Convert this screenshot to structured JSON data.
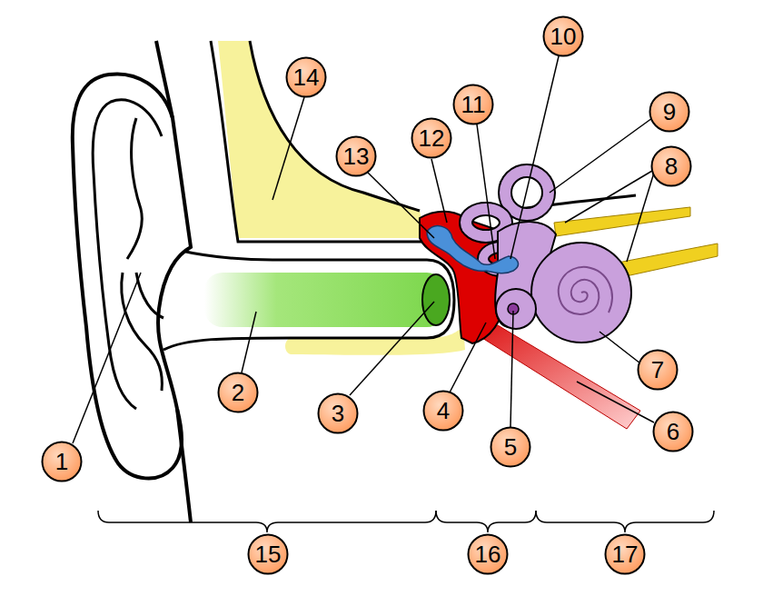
{
  "diagram": {
    "nodes": [
      {
        "text": [
          "1"
        ]
      },
      {
        "text": [
          "2"
        ]
      },
      {
        "text": [
          "3"
        ]
      },
      {
        "text": [
          "4"
        ]
      },
      {
        "text": [
          "5"
        ]
      },
      {
        "text": [
          "6"
        ]
      },
      {
        "text": [
          "7"
        ]
      },
      {
        "text": [
          "8"
        ]
      },
      {
        "text": [
          "9"
        ]
      },
      {
        "text": [
          "10"
        ]
      },
      {
        "text": [
          "11"
        ]
      },
      {
        "text": [
          "12"
        ]
      },
      {
        "text": [
          "13"
        ]
      },
      {
        "text": [
          "14"
        ]
      },
      {
        "text": [
          "15"
        ]
      },
      {
        "text": [
          "16"
        ]
      },
      {
        "text": [
          "17"
        ]
      }
    ]
  }
}
